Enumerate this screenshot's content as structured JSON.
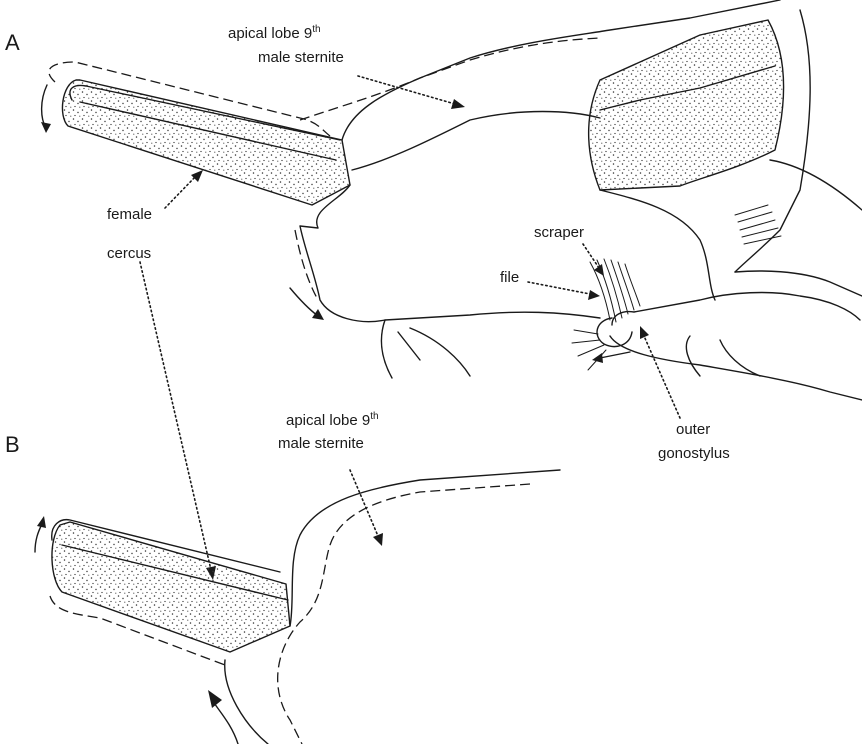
{
  "panels": {
    "a": "A",
    "b": "B"
  },
  "labels_a": {
    "apical_lobe_line1": "apical lobe 9",
    "apical_lobe_sup": "th",
    "apical_lobe_line2": "male sternite",
    "female": "female",
    "cercus": "cercus",
    "scraper": "scraper",
    "file": "file",
    "outer": "outer",
    "gonostylus": "gonostylus"
  },
  "labels_b": {
    "apical_lobe_line1": "apical lobe 9",
    "apical_lobe_sup": "th",
    "apical_lobe_line2": "male sternite"
  },
  "colors": {
    "ink": "#1a1a1a",
    "background": "#ffffff"
  }
}
